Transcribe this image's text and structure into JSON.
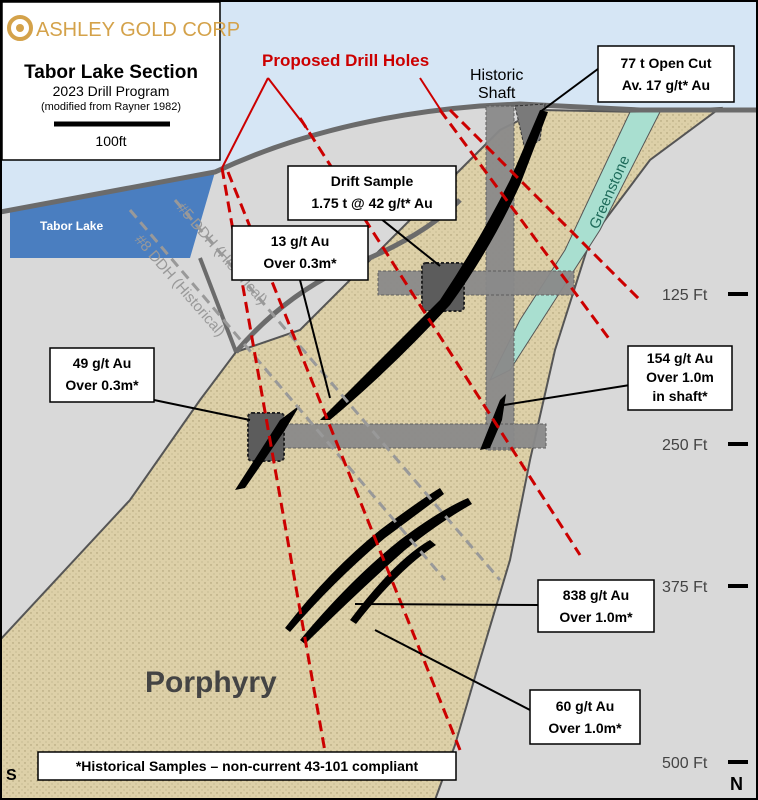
{
  "logo": {
    "company": "ASHLEY GOLD CORP"
  },
  "title_box": {
    "title": "Tabor Lake Section",
    "subtitle": "2023 Drill Program",
    "source": "(modified from Rayner 1982)",
    "scale_label": "100ft"
  },
  "proposed_holes_label": "Proposed Drill Holes",
  "historic_shaft_label": [
    "Historic",
    "Shaft"
  ],
  "lake_label": "Tabor Lake",
  "greenstone_label": "Greenstone",
  "porphyry_label": "Porphyry",
  "historical_ddh": [
    "#5 DDH (Historical)",
    "#8 DDH (Historical)"
  ],
  "callouts": {
    "open_cut": [
      "77 t Open Cut",
      "Av. 17 g/t* Au"
    ],
    "drift_sample": [
      "Drift Sample",
      "1.75 t  @ 42 g/t* Au"
    ],
    "sample_13": [
      "13 g/t Au",
      "Over 0.3m*"
    ],
    "sample_49": [
      "49 g/t Au",
      "Over 0.3m*"
    ],
    "sample_154": [
      "154 g/t Au",
      "Over 1.0m",
      "in shaft*"
    ],
    "sample_838": [
      "838 g/t Au",
      "Over 1.0m*"
    ],
    "sample_60": [
      "60 g/t Au",
      "Over 1.0m*"
    ]
  },
  "depth_labels": [
    "125 Ft",
    "250 Ft",
    "375 Ft",
    "500 Ft"
  ],
  "direction": {
    "south": "S",
    "north": "N"
  },
  "footnote": "*Historical Samples – non-current 43-101 compliant",
  "colors": {
    "sky": "#d6e6f5",
    "ground": "#d9d9d9",
    "porphyry": "#ddd0a8",
    "lake": "#4a7ec0",
    "greenstone": "#a9dfd0",
    "drill": "#cc0000",
    "gold": "#d4a24a"
  }
}
